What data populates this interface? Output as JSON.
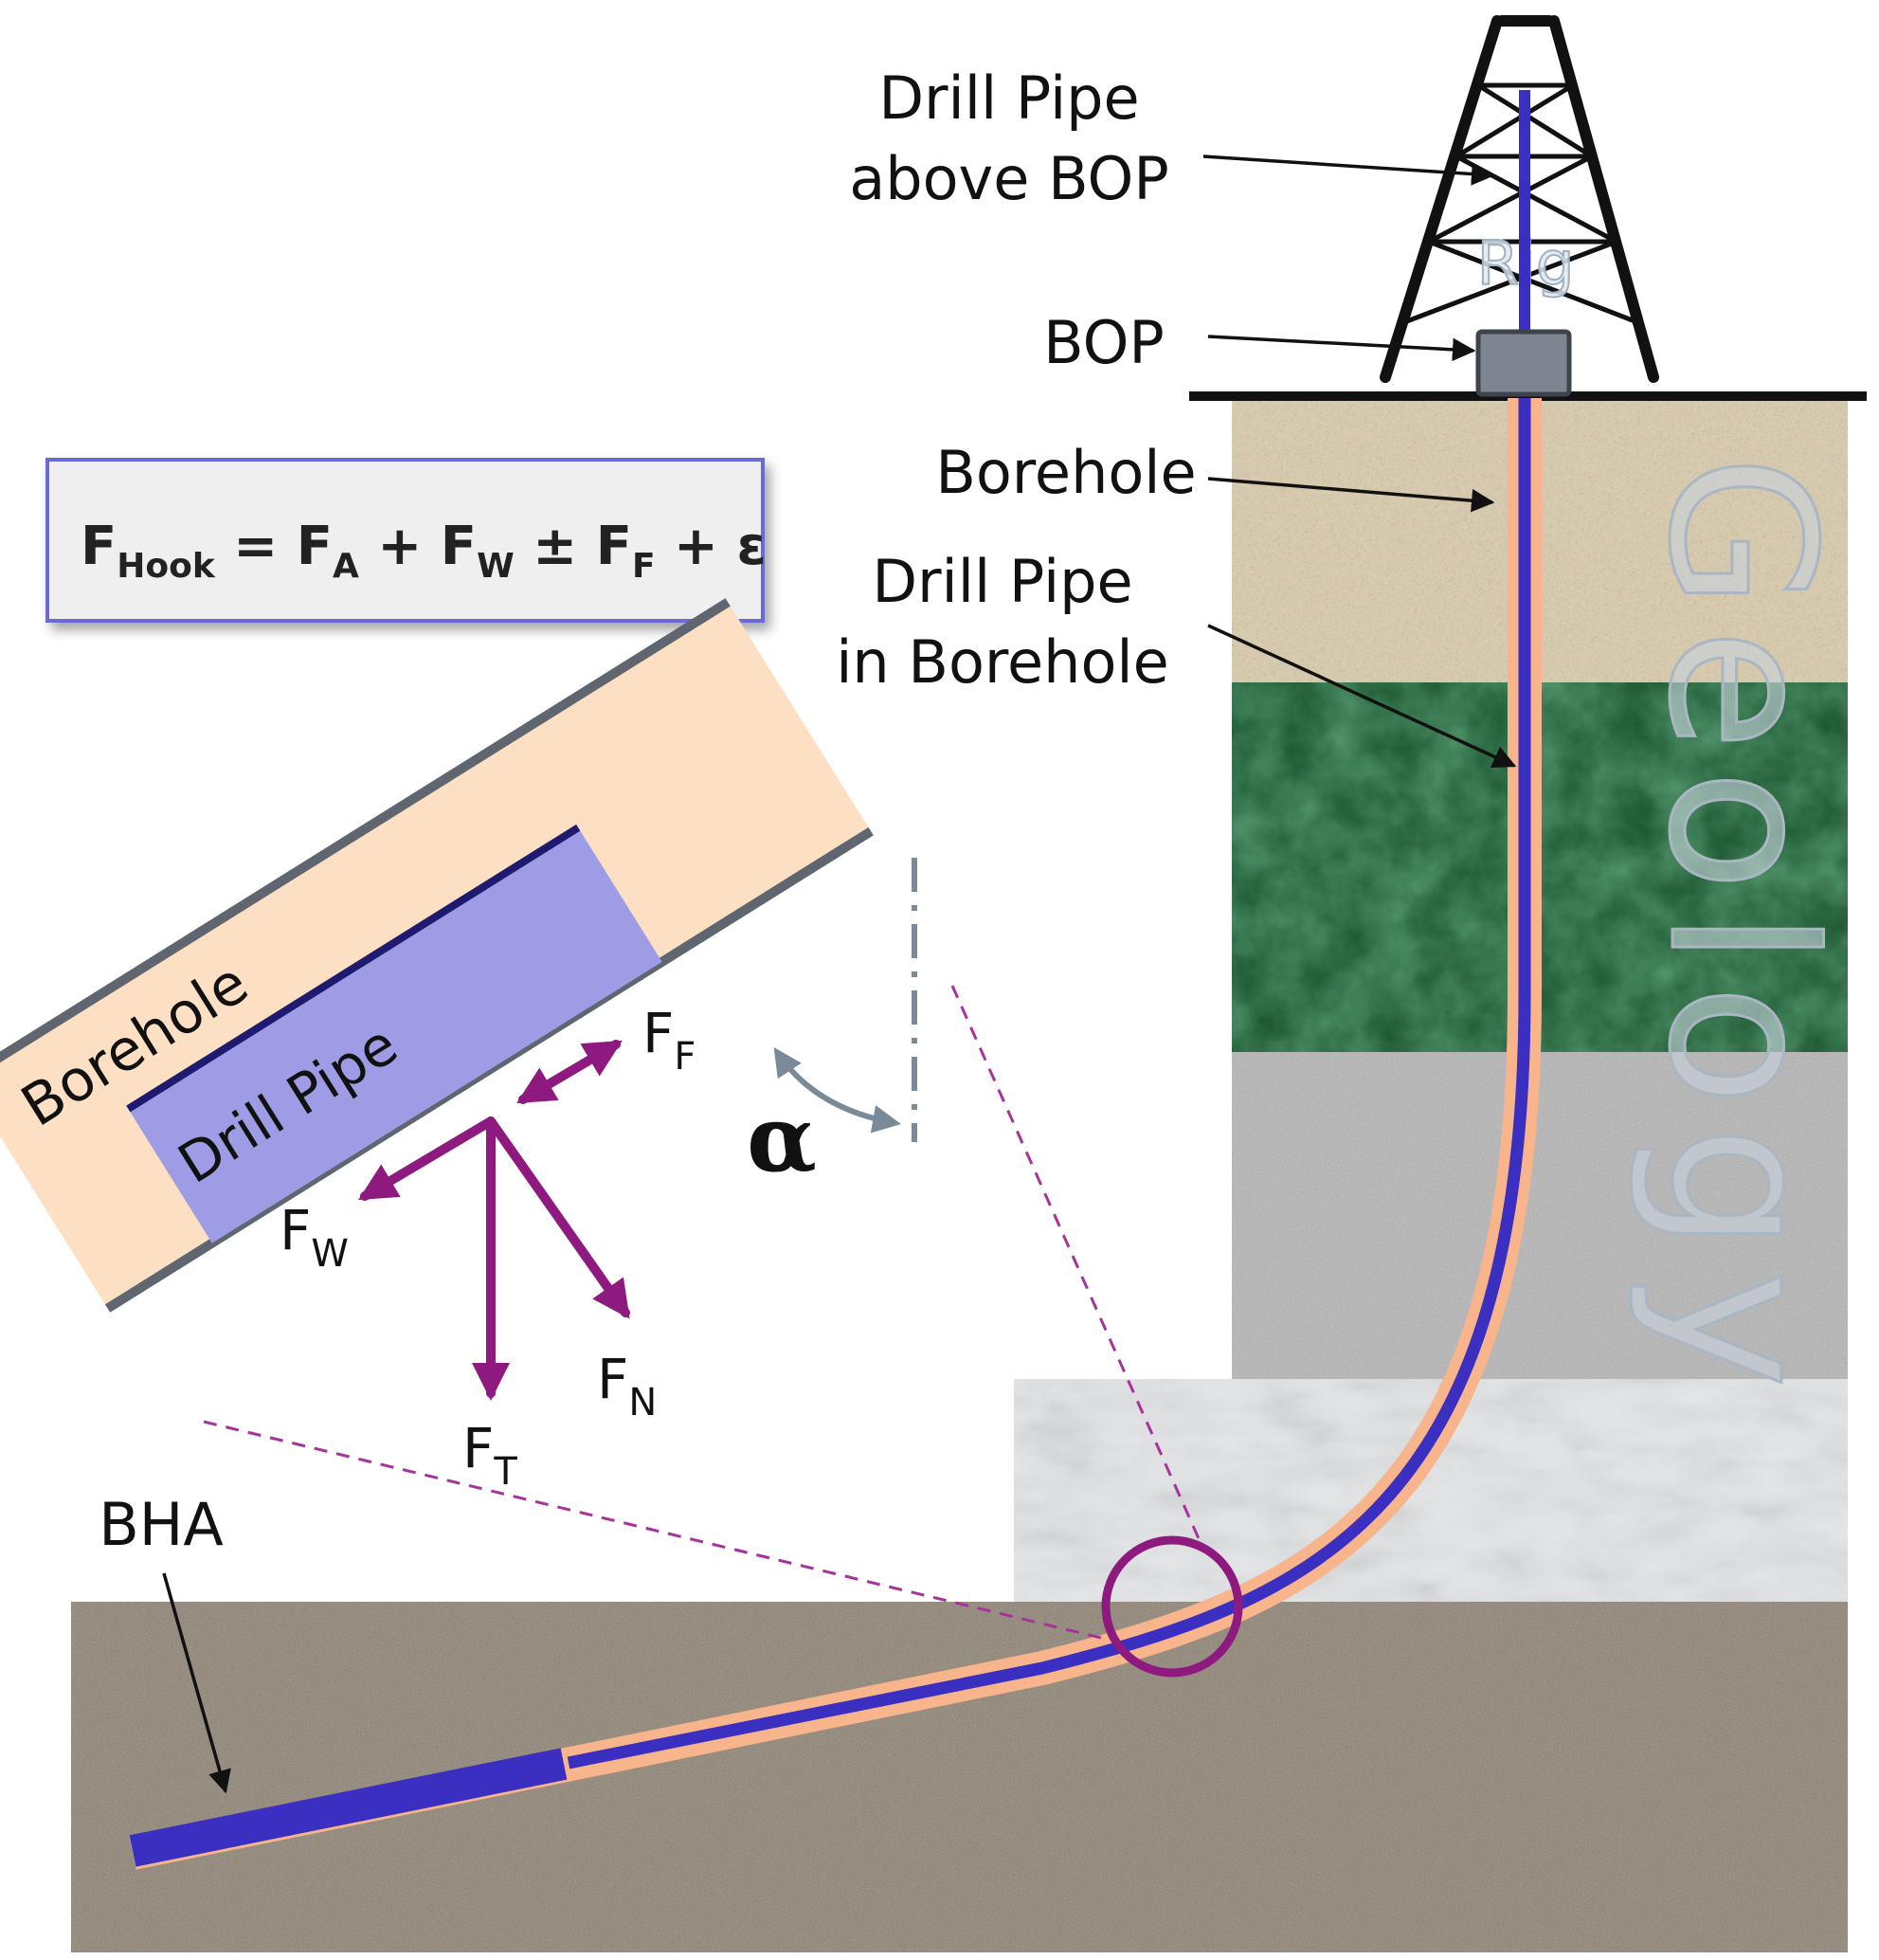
{
  "labels": {
    "drill_pipe_above_bop_1": "Drill Pipe",
    "drill_pipe_above_bop_2": "above BOP",
    "rig": "Rig",
    "bop": "BOP",
    "borehole_right": "Borehole",
    "drill_pipe_in_borehole_1": "Drill Pipe",
    "drill_pipe_in_borehole_2": "in Borehole",
    "geology": "Geology",
    "borehole_detail": "Borehole",
    "drill_pipe_detail": "Drill Pipe",
    "bha": "BHA",
    "alpha": "α"
  },
  "formula": {
    "f1": "F",
    "s1": "Hook",
    "eq": " = ",
    "f2": "F",
    "s2": "A",
    "plus1": " + ",
    "f3": "F",
    "s3": "W",
    "pm": " ± ",
    "f4": "F",
    "s4": "F",
    "plus2": " + ",
    "eps": "ε"
  },
  "forces": {
    "ff": {
      "main": "F",
      "sub": "F"
    },
    "fw": {
      "main": "F",
      "sub": "W"
    },
    "ft": {
      "main": "F",
      "sub": "T"
    },
    "fn": {
      "main": "F",
      "sub": "N"
    }
  },
  "colors": {
    "pipe": "#3a2fc0",
    "borehole": "#f8b48a",
    "force": "#8e1a80",
    "layer_top": "#d9ccb0",
    "layer_green": "#1f5a35",
    "layer_granite": "#a8a8a8",
    "layer_marble": "#e0e2e4",
    "layer_bottom": "#8c8070",
    "formula_border": "#6b6bd6",
    "formula_bg": "#efefef"
  }
}
